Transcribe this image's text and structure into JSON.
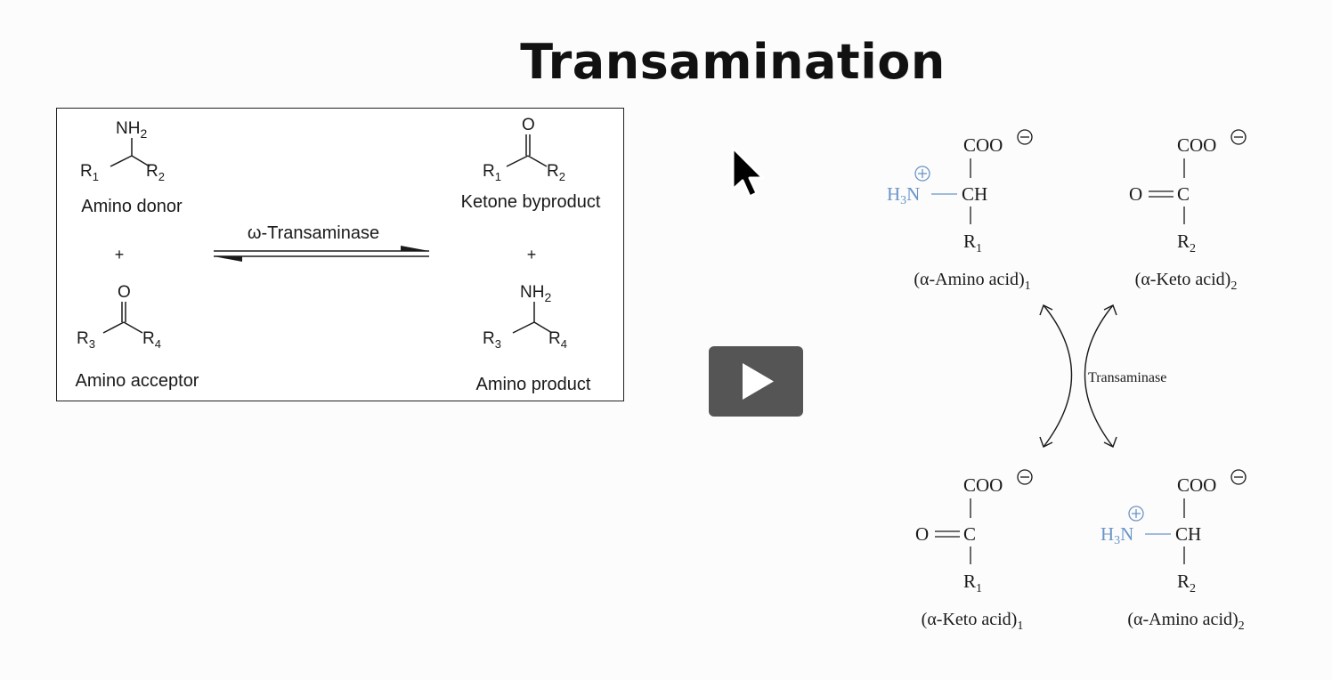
{
  "title": "Transamination",
  "left_scheme": {
    "top_left": {
      "group": "NH2",
      "r_left": "R1",
      "r_right": "R2",
      "label": "Amino donor"
    },
    "bottom_left": {
      "group": "O",
      "r_left": "R3",
      "r_right": "R4",
      "label": "Amino acceptor"
    },
    "top_right": {
      "group": "O",
      "r_left": "R1",
      "r_right": "R2",
      "label": "Ketone byproduct"
    },
    "bottom_right": {
      "group": "NH2",
      "r_left": "R3",
      "r_right": "R4",
      "label": "Amino product"
    },
    "plus": "+",
    "enzyme": "ω-Transaminase"
  },
  "right_scheme": {
    "carboxylate": "COO",
    "amine": "H3N",
    "ch": "CH",
    "c": "C",
    "oxygen": "O",
    "r1": "R1",
    "r2": "R2",
    "enzyme": "Transaminase",
    "labels": {
      "amino_acid_1": "(α-Amino acid)1",
      "keto_acid_2": "(α-Keto acid)2",
      "keto_acid_1": "(α-Keto acid)1",
      "amino_acid_2": "(α-Amino acid)2"
    }
  },
  "icons": {
    "play": "play-icon",
    "cursor": "mouse-pointer-icon"
  }
}
